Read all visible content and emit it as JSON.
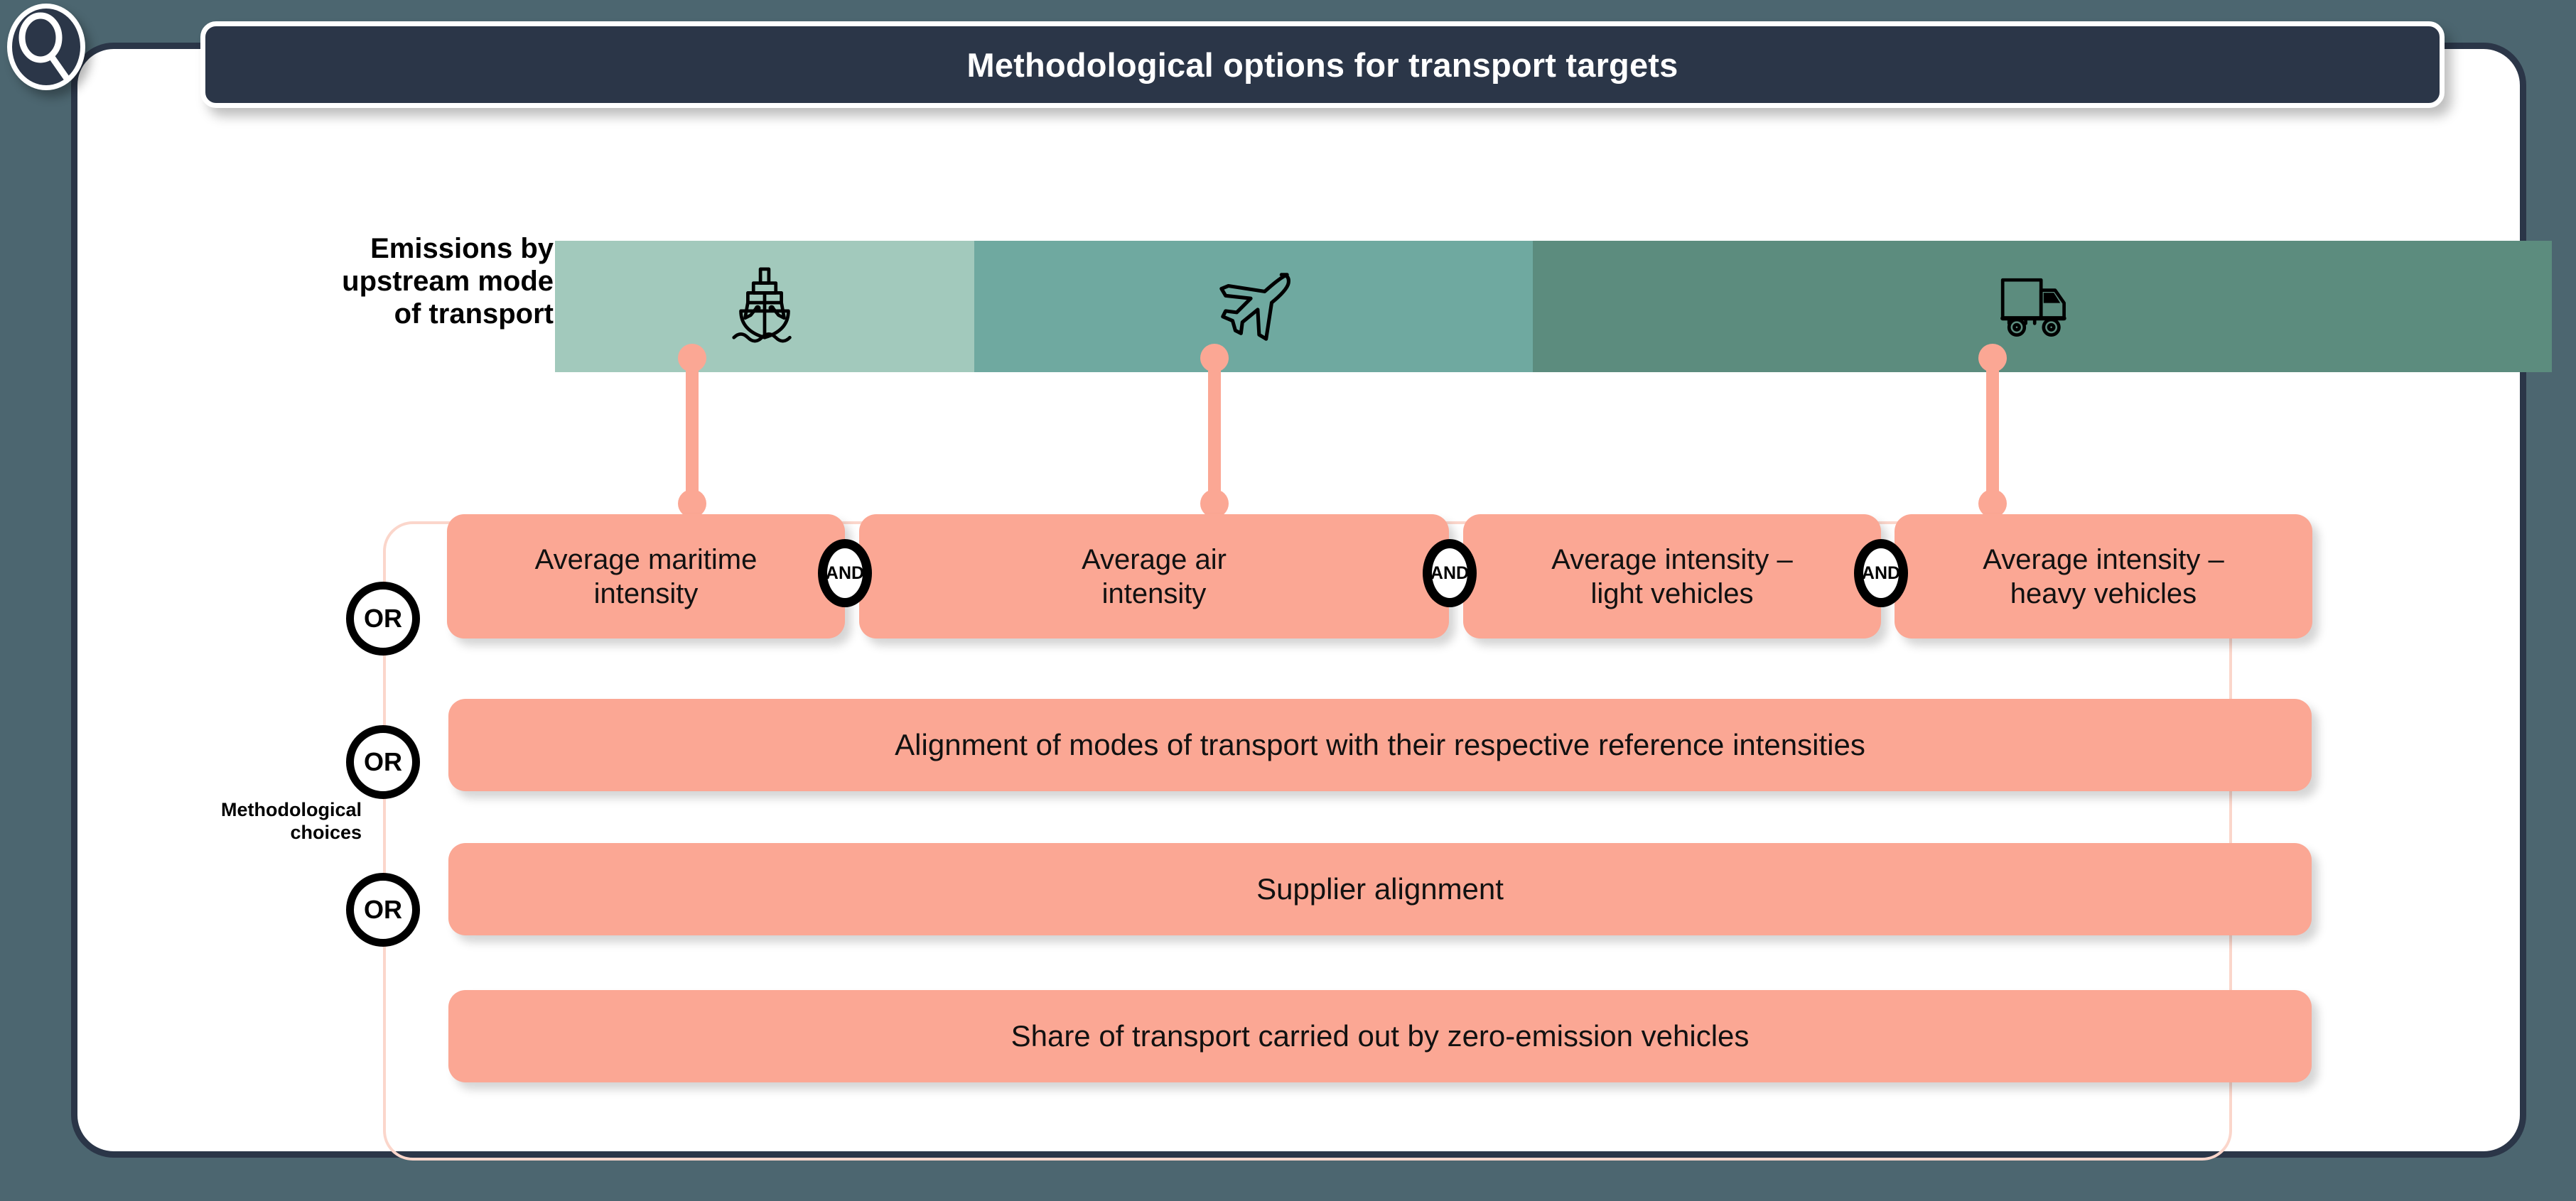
{
  "header": {
    "title": "Methodological options for transport targets",
    "badge_icon": "magnifier-icon"
  },
  "rows": {
    "modes_label": "Emissions by\nupstream mode\nof transport",
    "choices_label": "Methodological\nchoices"
  },
  "transport_modes": [
    {
      "name": "maritime",
      "icon": "ship-icon",
      "color": "#a2c9bc"
    },
    {
      "name": "air",
      "icon": "airplane-icon",
      "color": "#6fa9a0"
    },
    {
      "name": "road",
      "icon": "truck-icon",
      "color": "#5c8c7e"
    }
  ],
  "connectors": {
    "color": "#fba794",
    "count": 3
  },
  "operators": {
    "and_label": "AND",
    "or_label": "OR"
  },
  "option_row_intensities": [
    {
      "label": "Average maritime\nintensity"
    },
    {
      "label": "Average air\nintensity"
    },
    {
      "label": "Average intensity –\nlight vehicles"
    },
    {
      "label": "Average intensity –\nheavy vehicles"
    }
  ],
  "option_bars": [
    {
      "label": "Alignment of modes of transport with their respective reference intensities"
    },
    {
      "label": "Supplier alignment"
    },
    {
      "label": "Share of transport carried out by zero-emission vehicles"
    }
  ],
  "colors": {
    "page_background": "#4c6670",
    "card_border": "#2b3648",
    "title_background": "#2b3648",
    "title_text": "#ffffff",
    "option_box": "#fba794",
    "inner_border": "#fbd6cb"
  }
}
